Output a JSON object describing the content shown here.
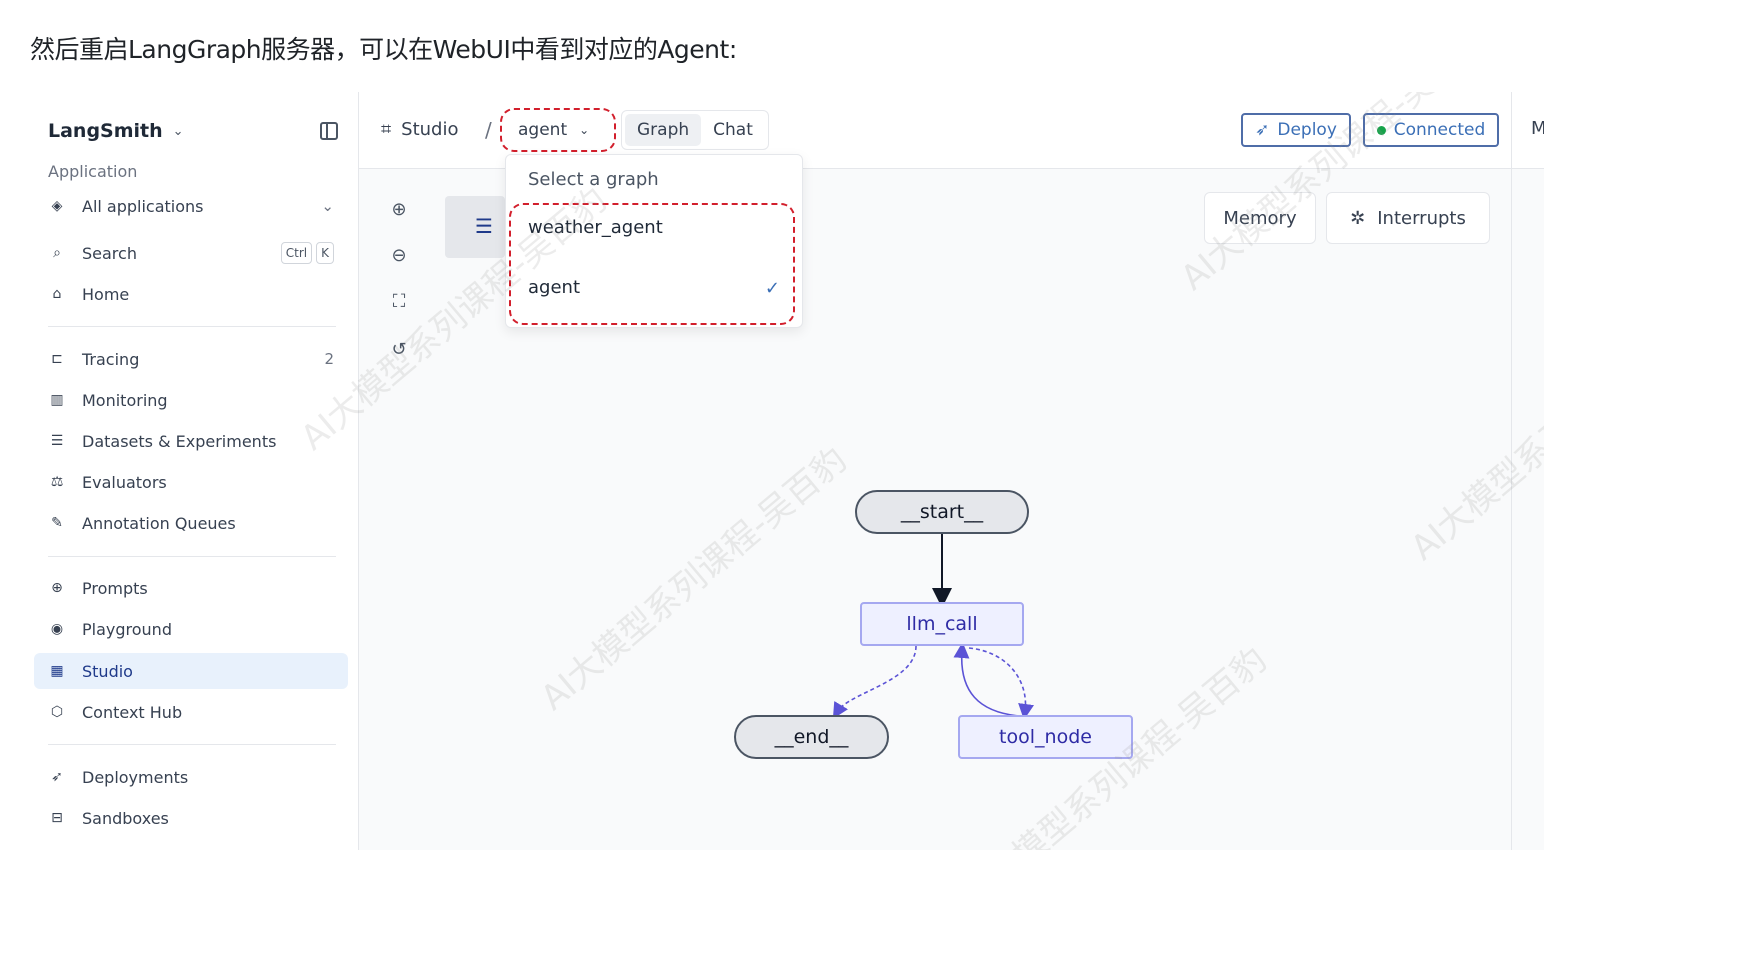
{
  "caption": "然后重启LangGraph服务器，可以在WebUI中看到对应的Agent:",
  "sidebar": {
    "brand": "LangSmith",
    "section_label": "Application",
    "items": [
      {
        "label": "All applications",
        "icon": "layers-icon"
      },
      {
        "label": "Search",
        "icon": "search-icon",
        "kbd": [
          "Ctrl",
          "K"
        ]
      },
      {
        "label": "Home",
        "icon": "home-icon"
      },
      {
        "label": "Tracing",
        "icon": "tracing-icon",
        "count": "2"
      },
      {
        "label": "Monitoring",
        "icon": "monitoring-icon"
      },
      {
        "label": "Datasets & Experiments",
        "icon": "database-icon"
      },
      {
        "label": "Evaluators",
        "icon": "evaluators-icon"
      },
      {
        "label": "Annotation Queues",
        "icon": "pen-icon"
      },
      {
        "label": "Prompts",
        "icon": "prompt-icon"
      },
      {
        "label": "Playground",
        "icon": "play-icon"
      },
      {
        "label": "Studio",
        "icon": "studio-icon",
        "active": true
      },
      {
        "label": "Context Hub",
        "icon": "cube-icon"
      },
      {
        "label": "Deployments",
        "icon": "rocket-icon"
      },
      {
        "label": "Sandboxes",
        "icon": "server-icon"
      }
    ]
  },
  "topbar": {
    "studio_label": "Studio",
    "separator": "/",
    "graph_selected": "agent",
    "tabs": [
      "Graph",
      "Chat"
    ],
    "active_tab": "Graph",
    "deploy_label": "Deploy",
    "connected_label": "Connected",
    "edge_letter": "M"
  },
  "dropdown": {
    "label": "Select a graph",
    "options": [
      "weather_agent",
      "agent"
    ],
    "selected": "agent"
  },
  "canvas_buttons": {
    "memory": "Memory",
    "interrupts": "Interrupts"
  },
  "graph": {
    "nodes": [
      {
        "id": "start",
        "label": "__start__",
        "kind": "terminal"
      },
      {
        "id": "llm_call",
        "label": "llm_call",
        "kind": "process"
      },
      {
        "id": "end",
        "label": "__end__",
        "kind": "terminal"
      },
      {
        "id": "tool_node",
        "label": "tool_node",
        "kind": "process"
      }
    ],
    "edges": [
      {
        "from": "start",
        "to": "llm_call",
        "style": "solid"
      },
      {
        "from": "llm_call",
        "to": "end",
        "style": "dashed"
      },
      {
        "from": "llm_call",
        "to": "tool_node",
        "style": "dashed"
      },
      {
        "from": "tool_node",
        "to": "llm_call",
        "style": "solid"
      }
    ]
  },
  "watermark": "AI大模型系列课程-吴百豹",
  "colors": {
    "highlight": "#d21f2c",
    "accent": "#3b6fb6",
    "active_nav_bg": "#e8f1fc",
    "process_node_bg": "#eef0ff",
    "process_node_border": "#a5a8f0",
    "edge_conditional": "#5b53d6",
    "status_connected": "#16a34a"
  }
}
